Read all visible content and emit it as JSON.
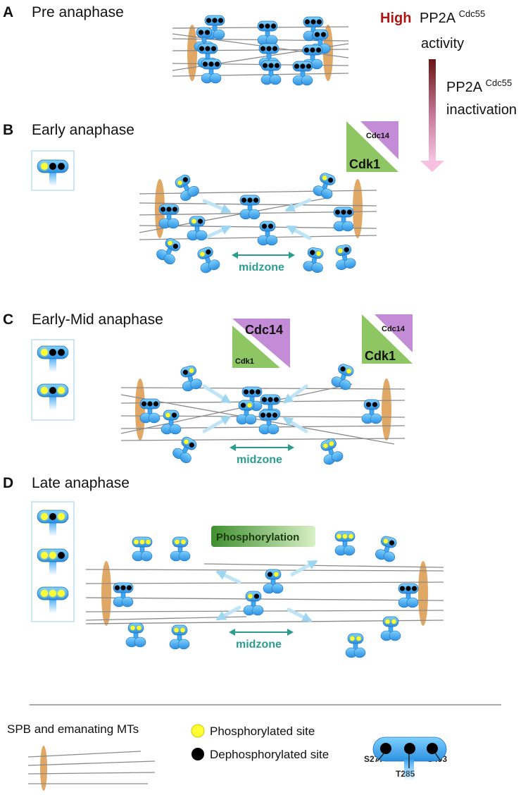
{
  "panels": [
    {
      "letter": "A",
      "title": "Pre anaphase"
    },
    {
      "letter": "B",
      "title": "Early anaphase"
    },
    {
      "letter": "C",
      "title": "Early-Mid anaphase"
    },
    {
      "letter": "D",
      "title": "Late anaphase"
    }
  ],
  "control": {
    "high": "High",
    "pp2a": "PP2A",
    "cdc55": "Cdc55",
    "activity": "activity",
    "inactivation": "inactivation"
  },
  "kinase_labels": {
    "cdk1": "Cdk1",
    "cdc14": "Cdc14"
  },
  "midzone_label": "midzone",
  "phosphorylation_label": "Phosphorylation",
  "legend": {
    "spb": "SPB and emanating MTs",
    "phospho": "Phosphorylated site",
    "dephospho": "Dephosphorylated site",
    "sites": [
      "S277",
      "T285",
      "S493"
    ]
  },
  "colors": {
    "protein": "#3fa9f5",
    "protein_dark": "#1f6fb5",
    "spb": "#e0a765",
    "phospho": "#ffff33",
    "dephospho": "#000000",
    "high_text": "#b01515",
    "midzone": "#2a9d8f",
    "cdk1": "#8dc663",
    "cdc14": "#c48bd6"
  }
}
